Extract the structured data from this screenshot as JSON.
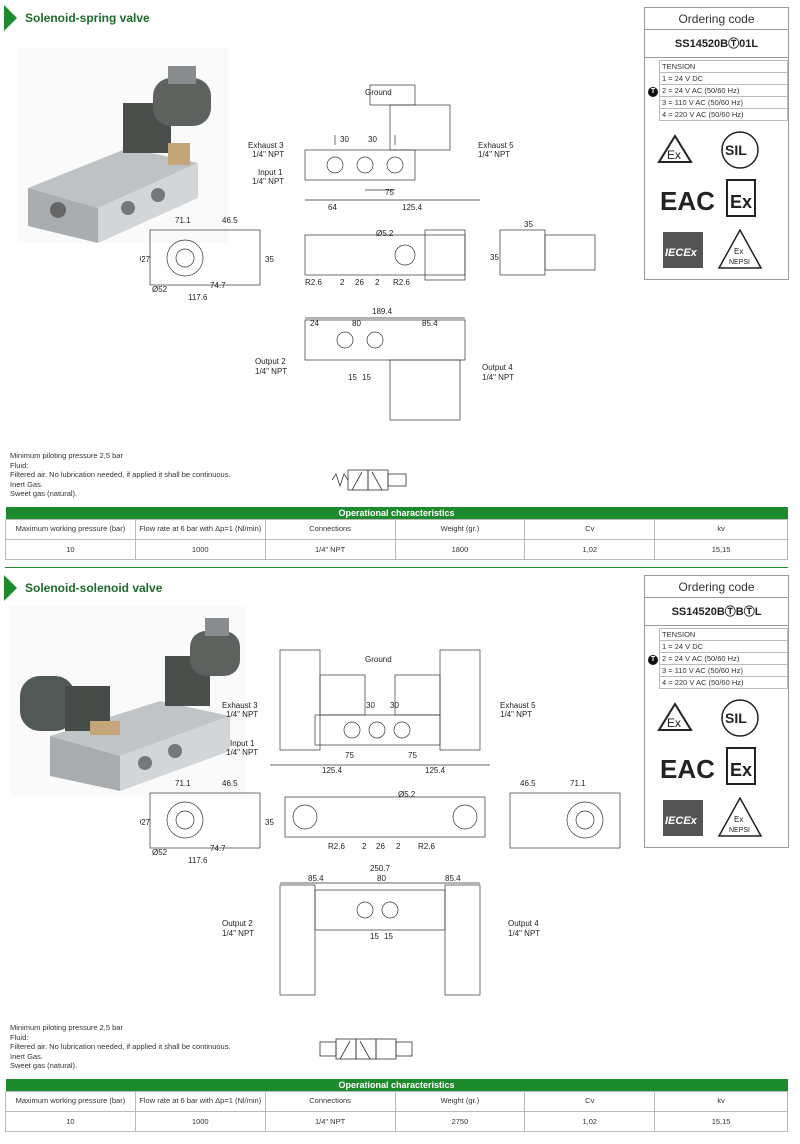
{
  "sections": [
    {
      "title": "Solenoid-spring valve",
      "ordering": {
        "header": "Ordering code",
        "code": "SS14520BⓉ01L",
        "tension_label": "TENSION",
        "options": [
          "1 = 24 V DC",
          "2 = 24 V AC (50/60 Hz)",
          "3 = 110 V AC (50/60 Hz)",
          "4 = 220 V AC (50/60 Hz)"
        ],
        "marker": "T"
      },
      "drawing": {
        "ground": "Ground",
        "exhaust3": "Exhaust 3",
        "exhaust5": "Exhaust 5",
        "input1": "Input 1",
        "npt": "1/4\" NPT",
        "output2": "Output 2",
        "output4": "Output 4",
        "d30a": "30",
        "d30b": "30",
        "d75": "75",
        "d64": "64",
        "d125": "125.4",
        "d711": "71.1",
        "d465": "46.5",
        "d27": "Ø27",
        "d35": "35",
        "d52": "Ø52",
        "d747": "74.7",
        "d1176": "117.6",
        "d52b": "Ø5.2",
        "r26a": "R2.6",
        "r26b": "R2.6",
        "d2a": "2",
        "d26": "26",
        "d2b": "2",
        "d35b": "35",
        "d35c": "35",
        "d1894": "189.4",
        "d24": "24",
        "d80": "80",
        "d854": "85.4",
        "d15a": "15",
        "d15b": "15"
      },
      "notes": [
        "Minimum piloting pressure 2,5 bar",
        "Fluid:",
        "Filtered air. No lubrication needed, if applied it shall be continuous.",
        "Inert Gas.",
        "Sweet gas (natural)."
      ],
      "op": {
        "title": "Operational characteristics",
        "headers": [
          "Maximum working pressure (bar)",
          "Flow rate at 6 bar with Δp=1 (Nl/min)",
          "Connections",
          "Weight (gr.)",
          "Cv",
          "kv"
        ],
        "values": [
          "10",
          "1000",
          "1/4\" NPT",
          "1800",
          "1,02",
          "15,15"
        ]
      }
    },
    {
      "title": "Solenoid-solenoid valve",
      "ordering": {
        "header": "Ordering code",
        "code": "SS14520BⓉBⓉL",
        "tension_label": "TENSION",
        "options": [
          "1 = 24 V DC",
          "2 = 24 V AC (50/60 Hz)",
          "3 = 110 V AC (50/60 Hz)",
          "4 = 220 V AC (50/60 Hz)"
        ],
        "marker": "T"
      },
      "drawing": {
        "ground": "Ground",
        "exhaust3": "Exhaust 3",
        "exhaust5": "Exhaust 5",
        "input1": "Input 1",
        "npt": "1/4\" NPT",
        "output2": "Output 2",
        "output4": "Output 4",
        "d30a": "30",
        "d30b": "30",
        "d75a": "75",
        "d75b": "75",
        "d125a": "125.4",
        "d125b": "125.4",
        "d711a": "71.1",
        "d465a": "46.5",
        "d711b": "71.1",
        "d465b": "46.5",
        "d27": "Ø27",
        "d35": "35",
        "d52": "Ø52",
        "d747": "74.7",
        "d1176": "117.6",
        "d52b": "Ø5.2",
        "r26a": "R2.6",
        "r26b": "R2.6",
        "d2a": "2",
        "d26": "26",
        "d2b": "2",
        "d2507": "250.7",
        "d854a": "85.4",
        "d80": "80",
        "d854b": "85.4",
        "d15a": "15",
        "d15b": "15"
      },
      "notes": [
        "Minimum piloting pressure 2,5 bar",
        "Fluid:",
        "Filtered air. No lubrication needed, if applied it shall be continuous.",
        "Inert Gas.",
        "Sweet gas (natural)."
      ],
      "op": {
        "title": "Operational characteristics",
        "headers": [
          "Maximum working pressure (bar)",
          "Flow rate at 6 bar with Δp=1 (Nl/min)",
          "Connections",
          "Weight (gr.)",
          "Cv",
          "kv"
        ],
        "values": [
          "10",
          "1000",
          "1/4\" NPT",
          "2750",
          "1,02",
          "15,15"
        ]
      }
    }
  ],
  "icons": [
    "ex-icon",
    "sil-icon",
    "eac-icon",
    "atex-icon",
    "iecex-icon",
    "nepsi-icon"
  ]
}
